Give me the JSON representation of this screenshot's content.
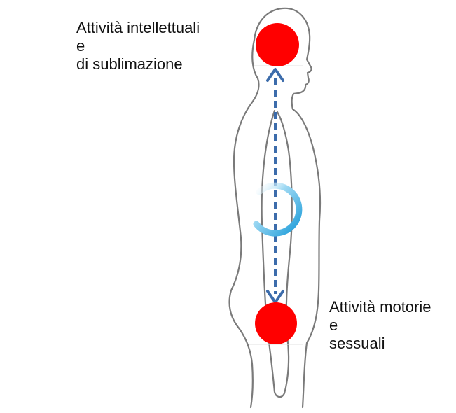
{
  "labels": {
    "top": {
      "line1": "Attività intellettuali",
      "line2": "e",
      "line3": "di sublimazione"
    },
    "bottom": {
      "line1": "Attività motorie",
      "line2": "e",
      "line3": "sessuali"
    }
  },
  "colors": {
    "energy_center": "#ff0000",
    "arrow": "#3c6cab",
    "spiral": "#1a9bd9",
    "outline": "#7a7a7a"
  }
}
